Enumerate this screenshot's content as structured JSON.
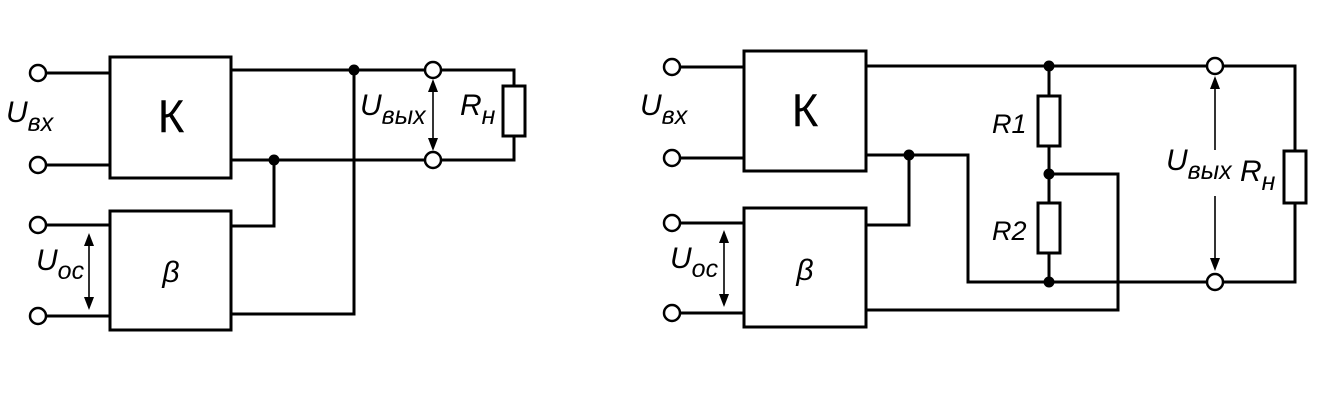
{
  "left": {
    "amp_label": "К",
    "fb_label": "β",
    "labels": {
      "u_in_main": "U",
      "u_in_sub": "вх",
      "u_fb_main": "U",
      "u_fb_sub": "ос",
      "u_out_main": "U",
      "u_out_sub": "вых",
      "r_load_main": "R",
      "r_load_sub": "н"
    }
  },
  "right": {
    "amp_label": "К",
    "fb_label": "β",
    "labels": {
      "u_in_main": "U",
      "u_in_sub": "вх",
      "u_fb_main": "U",
      "u_fb_sub": "ос",
      "u_out_main": "U",
      "u_out_sub": "вых",
      "r_load_main": "R",
      "r_load_sub": "н",
      "r1": "R1",
      "r2": "R2"
    }
  }
}
